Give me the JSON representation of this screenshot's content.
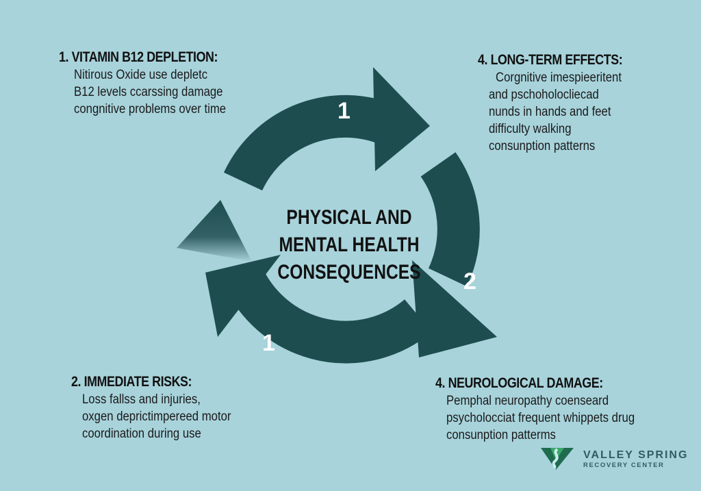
{
  "title": "PHYSICAL AND MENTAL HEALTH CONSEQUENCES",
  "title_lines": [
    "PHYSICAL AND",
    "MENTAL HEALTH",
    "CONSEQUENCES"
  ],
  "colors": {
    "background": "#a8d3db",
    "arrow": "#1e4d50",
    "number": "#ffffff"
  },
  "cycle_numbers": [
    "1",
    "2",
    "1"
  ],
  "blocks": [
    {
      "heading": "1. VITAMIN B12 DEPLETION:",
      "lines": [
        "Nitirous Oxide use depletc",
        "B12  levels ccarssing damage",
        "congnitive problems over time"
      ]
    },
    {
      "heading": "4. LONG-TERM EFFECTS:",
      "lines": [
        "Corgnitive imespieeritent",
        "and pschoholocliecad",
        "nunds in hands and feet",
        "difficulty walking",
        "consunption patterns"
      ]
    },
    {
      "heading": "2. IMMEDIATE RISKS:",
      "lines": [
        "Loss fallss and injuries,",
        "oxgen deprictimpereed motor",
        "coordination during use"
      ]
    },
    {
      "heading": "4. NEUROLOGICAL DAMAGE:",
      "lines": [
        "Pemphal neuropathy coenseard",
        "psycholocciat frequent whippets drug",
        "consunption patterms"
      ]
    }
  ],
  "logo": {
    "name": "VALLEY SPRING",
    "subtitle": "RECOVERY CENTER"
  }
}
